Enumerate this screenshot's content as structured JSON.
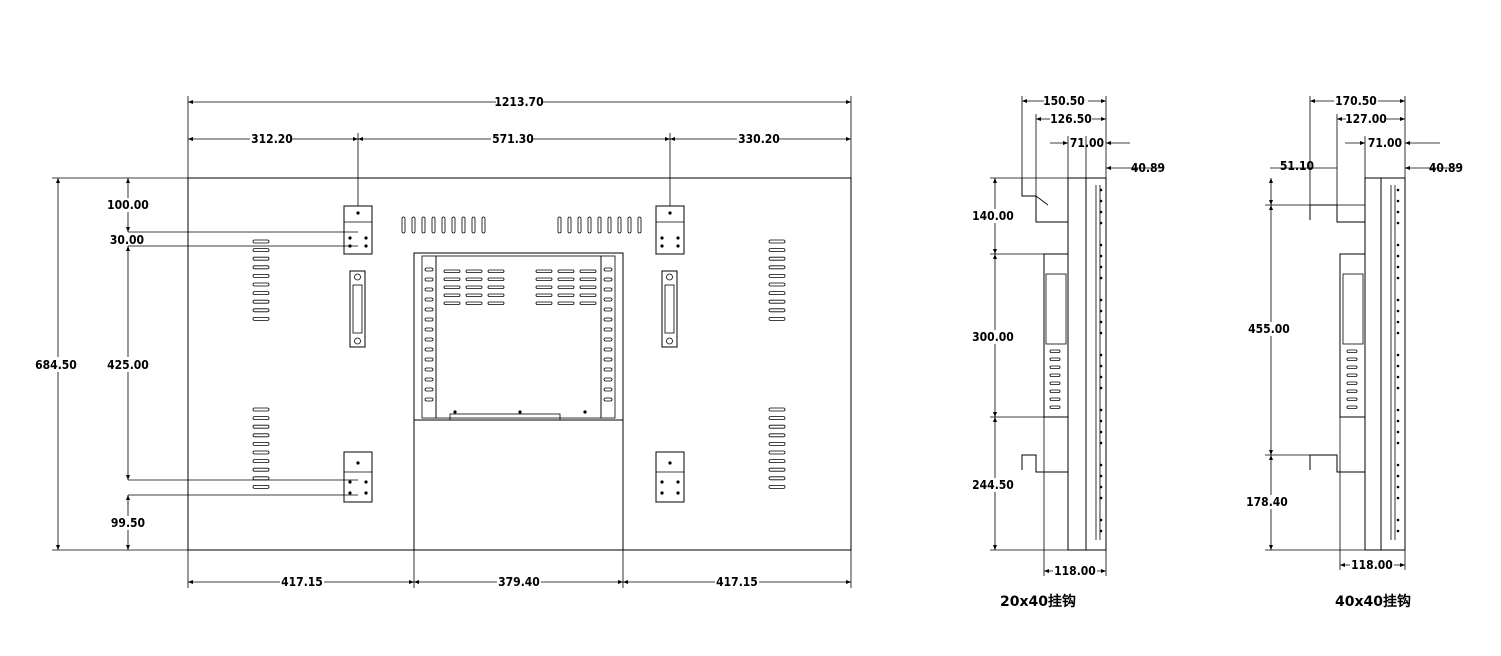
{
  "front_view": {
    "overall_width": "1213.70",
    "top_segments": [
      "312.20",
      "571.30",
      "330.20"
    ],
    "overall_height": "684.50",
    "left_vertical": [
      "100.00",
      "30.00",
      "425.00",
      "99.50"
    ],
    "bottom_segments": [
      "417.15",
      "379.40",
      "417.15"
    ]
  },
  "side_view_20x40": {
    "top_dims": [
      "150.50",
      "126.50",
      "71.00",
      "40.89"
    ],
    "left_vertical": [
      "140.00",
      "300.00",
      "244.50"
    ],
    "bottom_dim": "118.00",
    "caption": "20x40挂钩"
  },
  "side_view_40x40": {
    "top_dims": [
      "170.50",
      "127.00",
      "71.00",
      "51.10",
      "40.89"
    ],
    "left_vertical": [
      "455.00",
      "178.40"
    ],
    "bottom_dim": "118.00",
    "caption": "40x40挂钩"
  }
}
